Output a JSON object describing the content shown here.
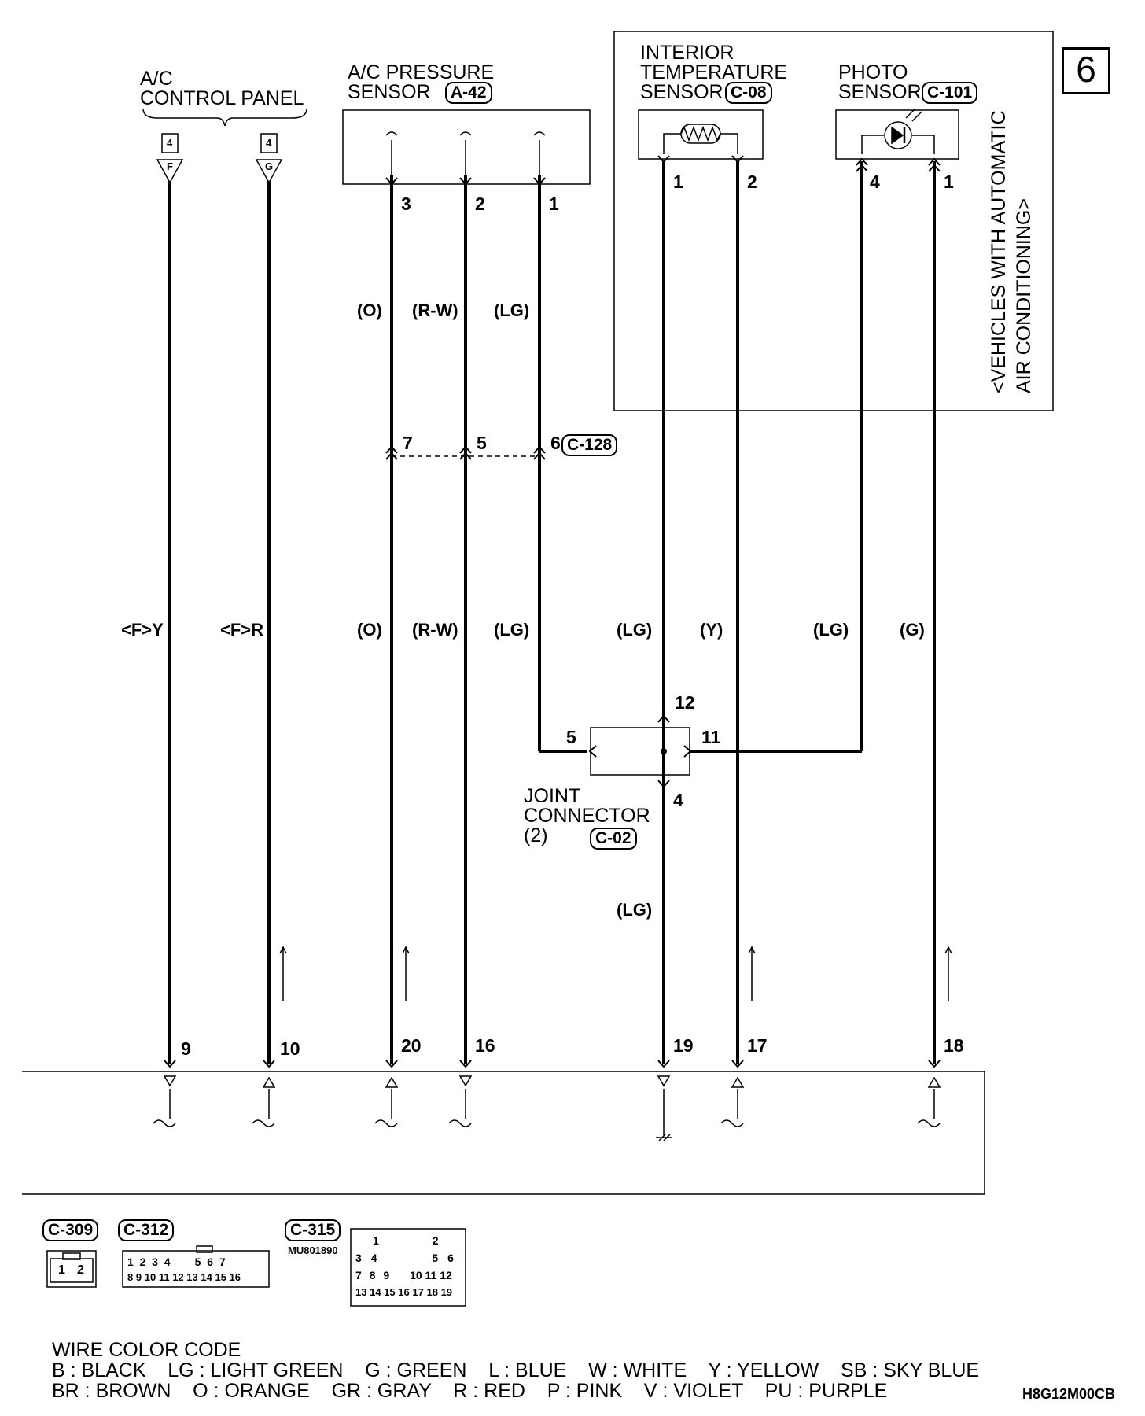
{
  "sheet_number": "6",
  "components": {
    "ac_control_panel": {
      "label": "A/C\nCONTROL PANEL"
    },
    "ac_pressure_sensor": {
      "label": "A/C PRESSURE\nSENSOR",
      "connector": "A-42"
    },
    "interior_temp_sensor": {
      "label": "INTERIOR\nTEMPERATURE\nSENSOR",
      "connector": "C-08"
    },
    "photo_sensor": {
      "label": "PHOTO\nSENSOR",
      "connector": "C-101"
    },
    "joint_connector": {
      "label": "JOINT\nCONNECTOR\n(2)",
      "connector": "C-02"
    },
    "intermediate_connector": {
      "connector": "C-128"
    },
    "auto_ac_note": "<VEHICLES WITH AUTOMATIC\nAIR CONDITIONING>"
  },
  "panel_terminals": {
    "f_num": "4",
    "f_letter": "F",
    "g_num": "4",
    "g_letter": "G"
  },
  "pins": {
    "pressure": [
      "3",
      "2",
      "1"
    ],
    "interior": [
      "1",
      "2"
    ],
    "photo": [
      "4",
      "1"
    ],
    "intermediate": [
      "7",
      "5",
      "6"
    ],
    "joint": {
      "top": "12",
      "left": "5",
      "right": "11",
      "bottom": "4"
    },
    "ecu": [
      "9",
      "10",
      "20",
      "16",
      "19",
      "17",
      "18"
    ]
  },
  "wire_colors": {
    "upper": [
      "(O)",
      "(R-W)",
      "(LG)"
    ],
    "middle": [
      "<F>Y",
      "<F>R",
      "(O)",
      "(R-W)",
      "(LG)",
      "(LG)",
      "(Y)",
      "(LG)",
      "(G)"
    ],
    "lower": "(LG)"
  },
  "connector_views": {
    "c309": {
      "label": "C-309",
      "pins": [
        "1",
        "2"
      ]
    },
    "c312": {
      "label": "C-312",
      "row1": [
        "1",
        "2",
        "3",
        "4",
        "5",
        "6",
        "7"
      ],
      "row2": [
        "8",
        "9",
        "10",
        "11",
        "12",
        "13",
        "14",
        "15",
        "16"
      ]
    },
    "c315": {
      "label": "C-315",
      "part": "MU801890",
      "pins": [
        "1",
        "2",
        "3",
        "4",
        "5",
        "6",
        "7",
        "8",
        "9",
        "10",
        "11",
        "12",
        "13",
        "14",
        "15",
        "16",
        "17",
        "18",
        "19"
      ]
    }
  },
  "legend": {
    "title": "WIRE COLOR CODE",
    "line1": "B : BLACK    LG : LIGHT GREEN    G : GREEN    L : BLUE    W : WHITE    Y : YELLOW    SB : SKY BLUE",
    "line2": "BR : BROWN    O : ORANGE    GR : GRAY    R : RED    P : PINK    V : VIOLET    PU : PURPLE"
  },
  "diagram_code": "H8G12M00CB"
}
